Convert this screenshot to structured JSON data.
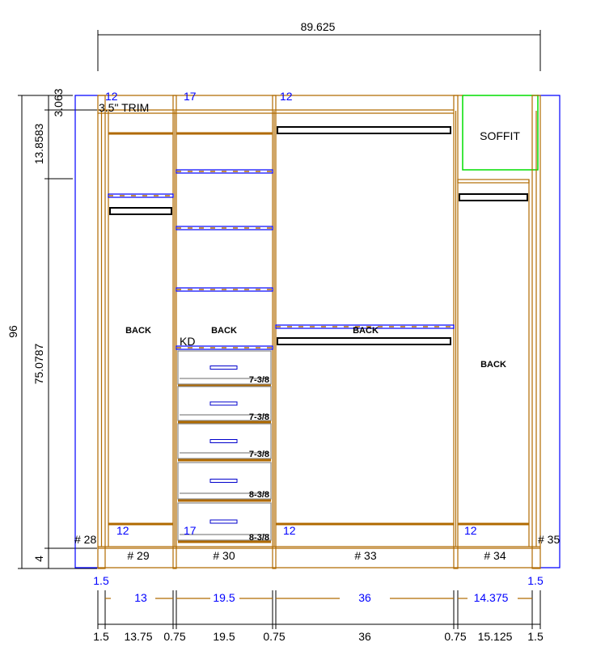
{
  "overall_width": "89.625",
  "vertical_dims": {
    "total": "96",
    "trim": "3.063",
    "upper": "13.8583",
    "middle": "75.0787",
    "toe": "4"
  },
  "trim_label": "3.5\" TRIM",
  "soffit_label": "SOFFIT",
  "back_label": "BACK",
  "kd_label": "KD",
  "top_tags": [
    "12",
    "17",
    "12"
  ],
  "bottom_tags": [
    "12",
    "17",
    "12",
    "12"
  ],
  "panel_ids": {
    "left": "# 28",
    "right": "# 35"
  },
  "section_ids": [
    "# 29",
    "# 30",
    "# 33",
    "# 34"
  ],
  "drawer_heights": [
    "7-3/8",
    "7-3/8",
    "7-3/8",
    "8-3/8",
    "8-3/8"
  ],
  "interior_dims": {
    "left_panel": "1.5",
    "right_panel": "1.5",
    "widths": [
      "13",
      "19.5",
      "36",
      "14.375"
    ]
  },
  "overall_dims": [
    "1.5",
    "13.75",
    "0.75",
    "19.5",
    "0.75",
    "36",
    "0.75",
    "15.125",
    "1.5"
  ],
  "colors": {
    "panel": "#b06a00",
    "wall": "#0000ff",
    "soffit": "#00dd00",
    "tag": "#0000ff"
  }
}
